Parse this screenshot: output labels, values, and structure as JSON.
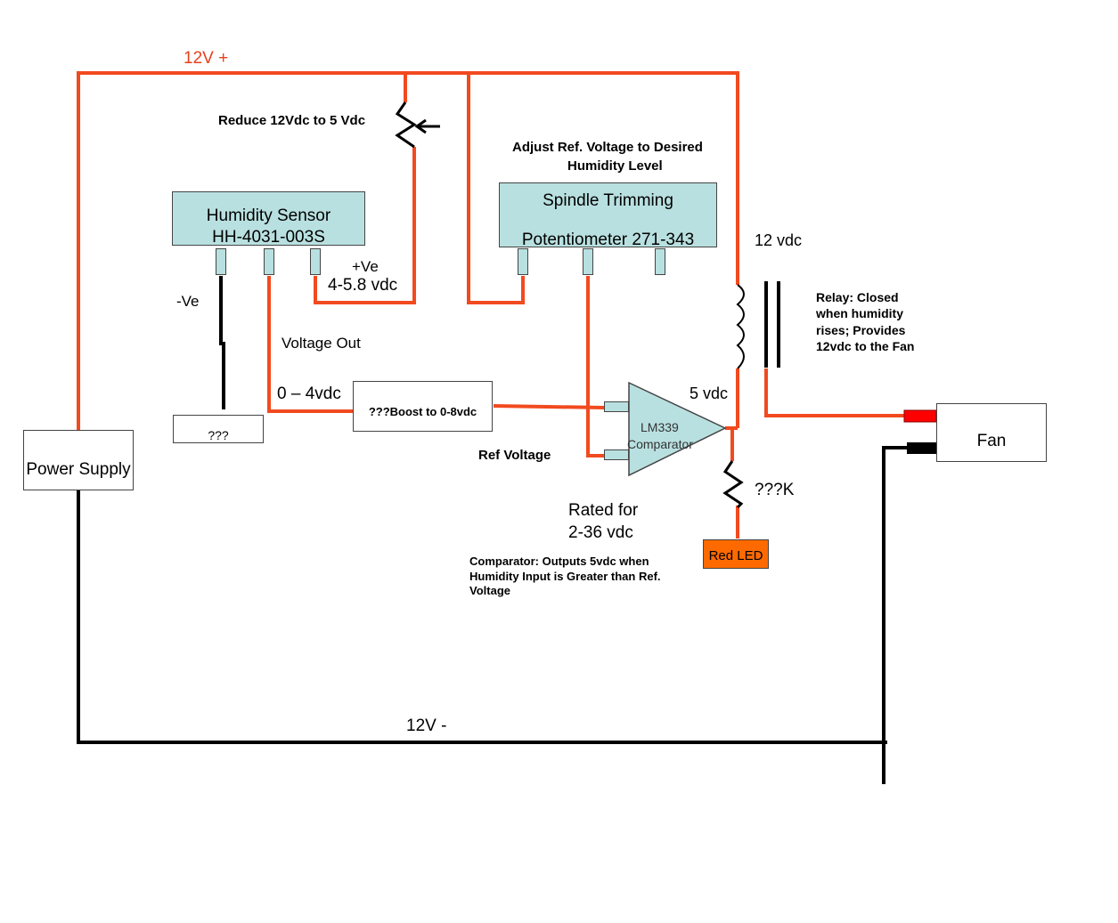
{
  "colors": {
    "positive_wire": "#f24a1f",
    "negative_wire": "#000000",
    "component_fill": "#b9e0e0",
    "led_fill": "#ff6a00",
    "label_red": "#e8401c"
  },
  "labels": {
    "rail_positive": "12V +",
    "rail_negative": "12V -",
    "reduce_note": "Reduce 12Vdc to 5 Vdc",
    "adjust_note_line1": "Adjust Ref. Voltage to Desired",
    "adjust_note_line2": "Humidity Level",
    "twelve_vdc": "12 vdc",
    "neg_ve": "-Ve",
    "pos_ve": "+Ve",
    "pos_ve_range": "4-5.8 vdc",
    "voltage_out": "Voltage Out",
    "zero_four": "0 – 4vdc",
    "five_vdc": "5 vdc",
    "ref_voltage": "Ref Voltage",
    "resistor": "???K",
    "rated_line1": "Rated for",
    "rated_line2": "2-36 vdc",
    "comparator_note_line1": "Comparator: Outputs 5vdc when",
    "comparator_note_line2": "Humidity Input is Greater than Ref.",
    "comparator_note_line3": "Voltage",
    "relay_note_line1": "Relay: Closed",
    "relay_note_line2": "when humidity",
    "relay_note_line3": "rises; Provides",
    "relay_note_line4": "12vdc to the Fan"
  },
  "components": {
    "power_supply": "Power Supply",
    "humidity_sensor_line1": "Humidity Sensor",
    "humidity_sensor_line2": "HH-4031-003S",
    "potentiometer_line1": "Spindle Trimming",
    "potentiometer_line2": "Potentiometer 271-343",
    "unknown_box": "???",
    "boost_box": "???Boost to 0-8vdc",
    "comparator_line1": "LM339",
    "comparator_line2": "Comparator",
    "led": "Red LED",
    "fan": "Fan"
  }
}
